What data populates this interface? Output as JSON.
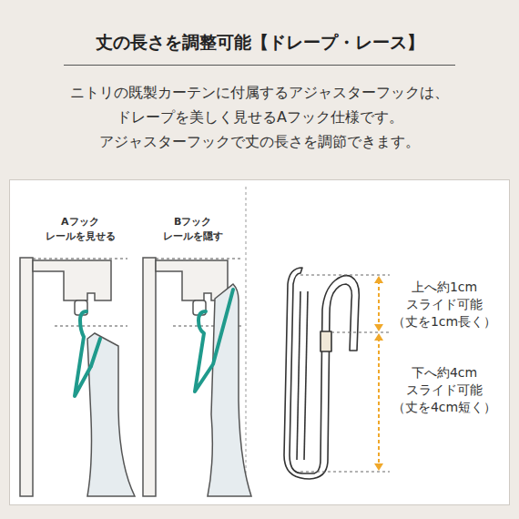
{
  "diagram": {
    "title": "丈の長さを調整可能【ドレープ・レース】",
    "labels": [
      "ニトリの既製カーテンに付属するアジャスターフックは、",
      "ドレープを美しく見せるAフック仕様です。",
      "アジャスターフックで丈の長さを調節できます。",
      "Aフック",
      "レールを見せる",
      "Bフック",
      "レールを隠す",
      "上へ約1cm スライド可能 （丈を1cm長く）",
      "下へ約4cm スライド可能 （丈を4cm短く）"
    ]
  }
}
